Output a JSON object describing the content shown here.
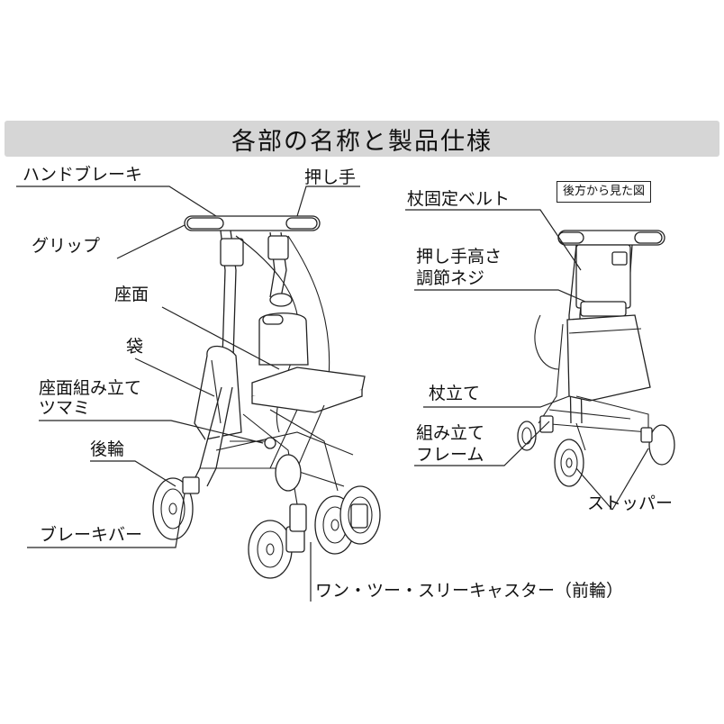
{
  "title": "各部の名称と製品仕様",
  "rear_view_caption": "後方から見た図",
  "labels": {
    "hand_brake": "ハンドブレーキ",
    "push_handle": "押し手",
    "grip": "グリップ",
    "seat": "座面",
    "bag": "袋",
    "seat_knob_line1": "座面組み立て",
    "seat_knob_line2": "ツマミ",
    "rear_wheel": "後輪",
    "brake_bar": "ブレーキバー",
    "casters": "ワン・ツー・スリーキャスター（前輪）",
    "cane_belt": "杖固定ベルト",
    "height_screw_line1": "押し手高さ",
    "height_screw_line2": "調節ネジ",
    "cane_stand": "杖立て",
    "frame_line1": "組み立て",
    "frame_line2": "フレーム",
    "stopper": "ストッパー"
  }
}
